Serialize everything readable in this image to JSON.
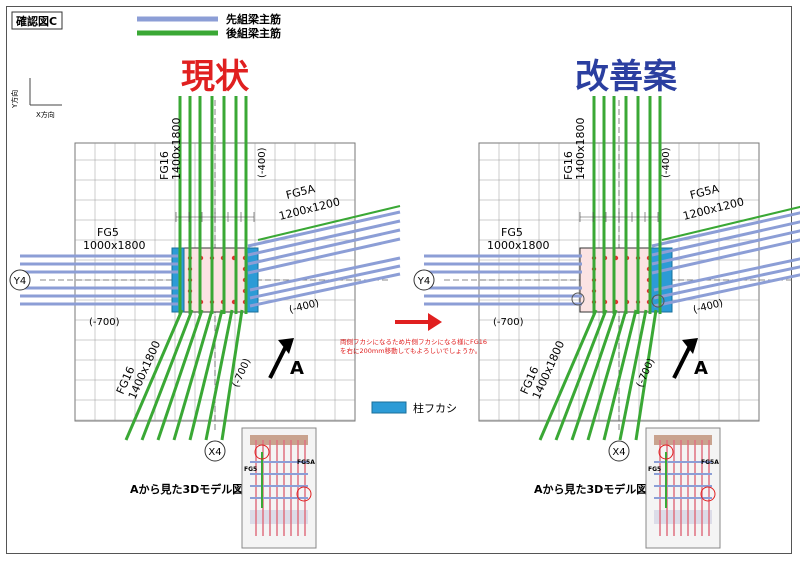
{
  "header": {
    "label": "確認図C",
    "legend": [
      {
        "text": "先組梁主筋",
        "color": "#8c9ed6"
      },
      {
        "text": "後組梁主筋",
        "color": "#3aa835"
      }
    ]
  },
  "panels": {
    "left_title": "現状",
    "right_title": "改善案",
    "left_title_color": "#e02020",
    "right_title_color": "#2b3fa0"
  },
  "axes": {
    "y": "Y方向",
    "x": "X方向"
  },
  "grid_labels": {
    "y4": "Y4",
    "x4": "X4"
  },
  "beams": {
    "fg16": "FG16",
    "fg16_size": "1400x1800",
    "fg5": "FG5",
    "fg5_size": "1000x1800",
    "fg5a": "FG5A",
    "fg5a_size": "1200x1200",
    "offset_400": "(-400)",
    "offset_700": "(-700)"
  },
  "arrow_label": "A",
  "note": {
    "text": "両側フカシになるため片側フカシになる様にFG16を右に200mm移動してもよろしいでしょうか。",
    "color": "#e02020"
  },
  "legend_hatch": {
    "text": "柱フカシ",
    "color": "#2c9bd6"
  },
  "model_caption": "Aから見た3Dモデル図",
  "inset_labels": {
    "fg5": "FG5",
    "fg5a": "FG5A"
  },
  "colors": {
    "blue_bar": "#8c9ed6",
    "green_bar": "#3aa835",
    "column": "#2c9bd6",
    "grid": "#9a9a9a"
  }
}
